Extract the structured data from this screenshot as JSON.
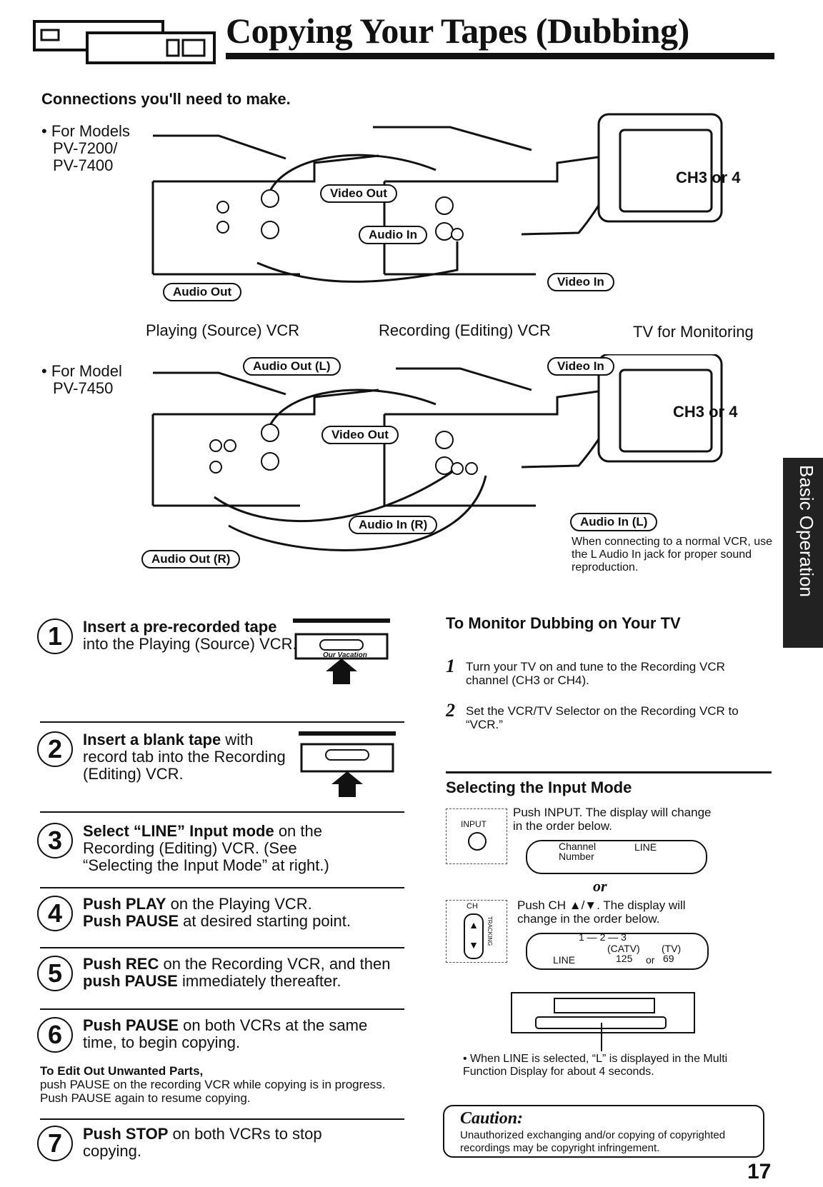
{
  "header": {
    "title": "Copying Your Tapes (Dubbing)"
  },
  "connections": {
    "heading": "Connections you'll need to make.",
    "model_a": {
      "line1": "• For Models",
      "line2": "PV-7200/",
      "line3": "PV-7400"
    },
    "model_b": {
      "line1": "• For Model",
      "line2": "PV-7450"
    },
    "labels_a": {
      "video_out": "Video Out",
      "audio_in": "Audio In",
      "audio_out": "Audio Out",
      "video_in": "Video In",
      "tv_channel": "CH3 or 4"
    },
    "labels_b": {
      "audio_out_l": "Audio Out (L)",
      "video_in": "Video In",
      "video_out": "Video Out",
      "audio_in_r": "Audio In (R)",
      "audio_in_l": "Audio In (L)",
      "audio_out_r": "Audio Out (R)",
      "tv_channel": "CH3 or 4"
    },
    "caption_playing": "Playing (Source) VCR",
    "caption_recording": "Recording (Editing) VCR",
    "caption_tv": "TV for Monitoring",
    "audio_note": "When connecting to a normal VCR, use the L Audio In jack for proper sound reproduction."
  },
  "steps": [
    {
      "num": "1",
      "bold": "Insert a pre-recorded tape",
      "rest": " into the Playing (Source) VCR."
    },
    {
      "num": "2",
      "bold": "Insert a blank tape",
      "rest": " with record tab into the Recording (Editing) VCR."
    },
    {
      "num": "3",
      "bold": "Select “LINE” Input mode",
      "rest": " on the Recording (Editing) VCR. (See “Selecting the Input Mode” at right.)"
    },
    {
      "num": "4",
      "line1_bold": "Push PLAY",
      "line1_rest": " on the Playing VCR.",
      "line2_bold": "Push PAUSE",
      "line2_rest": " at desired starting point."
    },
    {
      "num": "5",
      "bold1": "Push REC",
      "rest1": " on the Recording VCR, and then ",
      "bold2": "push PAUSE",
      "rest2": " immediately thereafter."
    },
    {
      "num": "6",
      "bold": "Push PAUSE",
      "rest": " on both VCRs at the same time, to begin copying."
    },
    {
      "num": "7",
      "bold": "Push STOP",
      "rest": " on both VCRs to stop copying."
    }
  ],
  "tape_label": "Our Vacation",
  "edit_note": {
    "heading": "To Edit Out Unwanted Parts,",
    "body": "push PAUSE on the recording VCR while copying is in progress. Push PAUSE again to resume copying."
  },
  "monitor": {
    "heading": "To Monitor Dubbing on Your TV",
    "items": [
      {
        "num": "1",
        "text": "Turn your TV on and tune to the Recording VCR channel (CH3 or CH4)."
      },
      {
        "num": "2",
        "text": "Set the VCR/TV Selector on the Recording VCR to “VCR.”"
      }
    ]
  },
  "input_mode": {
    "heading": "Selecting the Input Mode",
    "input_label": "INPUT",
    "input_text": "Push INPUT. The display will change in the order below.",
    "seq1_a": "Channel",
    "seq1_b": "Number",
    "seq1_c": "LINE",
    "or": "or",
    "ch_label": "CH",
    "tracking": "TRACKING",
    "ch_text": "Push CH ▲/▼. The display will change in the order below.",
    "seq2_top": "1 — 2 — 3",
    "seq2_catv": "(CATV)",
    "seq2_tv": "(TV)",
    "seq2_line": "LINE",
    "seq2_125": "125",
    "seq2_or": "or",
    "seq2_69": "69",
    "display_note": "• When LINE is selected, “L” is displayed in the Multi Function Display for about 4 seconds."
  },
  "caution": {
    "title": "Caution:",
    "body": "Unauthorized exchanging and/or copying of copyrighted recordings may be copyright infringement."
  },
  "side_tab": "Basic Operation",
  "page_number": "17"
}
